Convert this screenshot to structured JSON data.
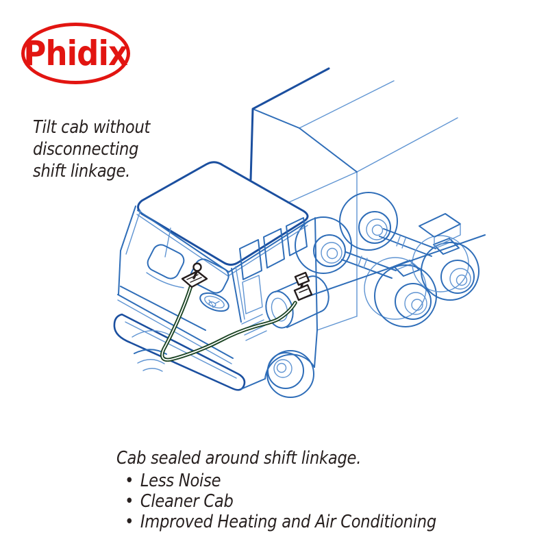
{
  "logo": {
    "text": "Phidix"
  },
  "caption_top": {
    "text": "Tilt cab without\ndisconnecting\nshift linkage."
  },
  "footer": {
    "heading": "Cab sealed around shift linkage.",
    "bullet_char": "•",
    "bullets": [
      "Less Noise",
      "Cleaner Cab",
      "Improved Heating and Air Conditioning"
    ]
  },
  "theme": {
    "red": "#e21511",
    "ink": "#27201f",
    "blue-dark": "#1b4f9f",
    "blue-mid": "#2e6db8",
    "blue-light": "#5f94d2",
    "green": "#1b4423",
    "lever-black": "#241c1c"
  }
}
